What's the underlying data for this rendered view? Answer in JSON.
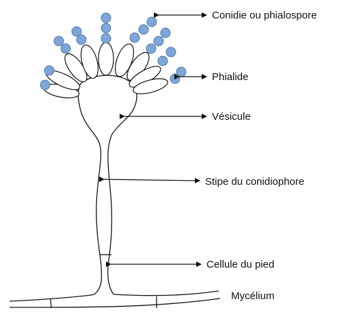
{
  "diagram": {
    "labels": {
      "conidie": "Conidie ou phialospore",
      "phialide": "Phialide",
      "vesicule": "Vésicule",
      "stipe": "Stipe du conidiophore",
      "cellule": "Cellule du pied",
      "mycelium": "Mycélium"
    },
    "colors": {
      "outline": "#111111",
      "conidia_fill": "#7ea6d6",
      "conidia_stroke": "#4f79ad",
      "background": "#ffffff"
    }
  }
}
